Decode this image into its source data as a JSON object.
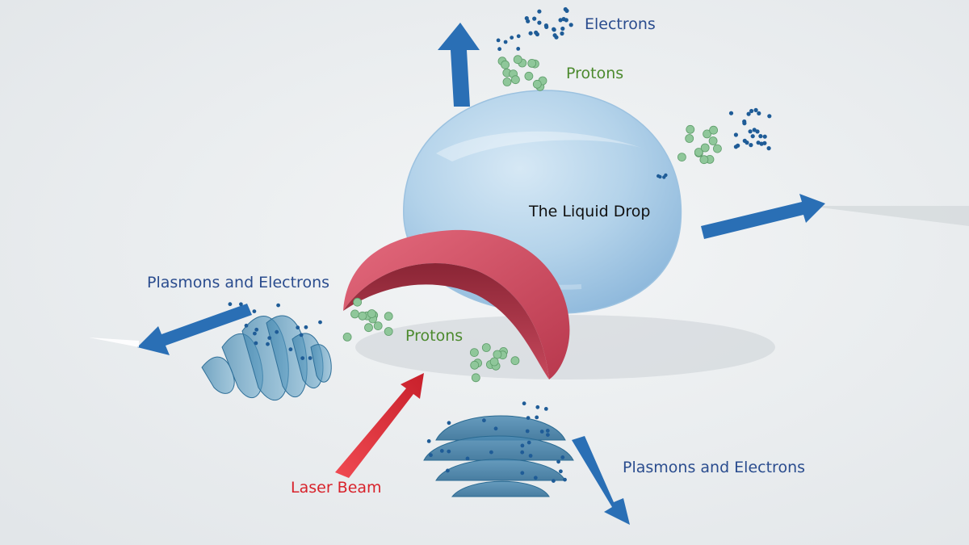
{
  "labels": {
    "electrons": "Electrons",
    "protons_top": "Protons",
    "liquid_drop": "The Liquid Drop",
    "plasmons_left": "Plasmons and Electrons",
    "protons_mid": "Protons",
    "laser_beam": "Laser Beam",
    "plasmons_bottom": "Plasmons and Electrons"
  },
  "colors": {
    "background": "#e9ecee",
    "drop": "#a9cbe6",
    "shell": "#d9566c",
    "arrow_blue": "#2a6fb5",
    "laser": "#e0303a",
    "proton": "#8fc79a",
    "electron": "#1f5c97",
    "text_blue": "#2a4c8e",
    "text_green": "#4c8a2e",
    "text_red": "#d8222b"
  }
}
